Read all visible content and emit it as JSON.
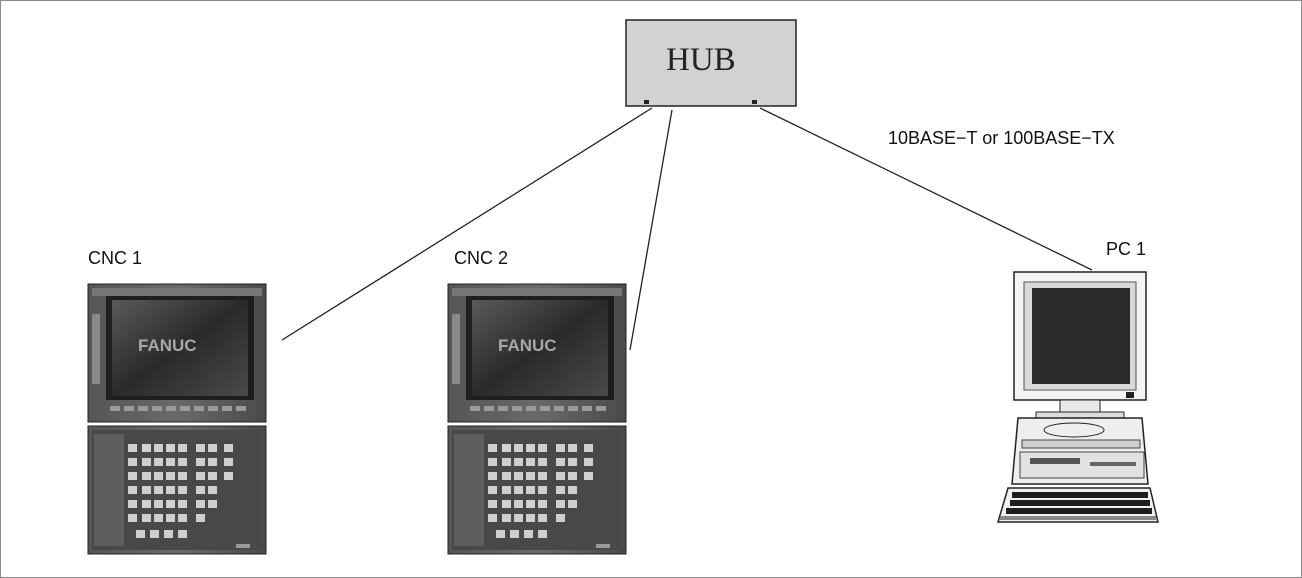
{
  "diagram": {
    "hub": {
      "label": "HUB"
    },
    "cable_label": "10BASE−T or 100BASE−TX",
    "nodes": [
      {
        "id": "cnc1",
        "label": "CNC 1",
        "screen_logo": "FANUC"
      },
      {
        "id": "cnc2",
        "label": "CNC 2",
        "screen_logo": "FANUC"
      },
      {
        "id": "pc1",
        "label": "PC 1"
      }
    ]
  },
  "colors": {
    "background": "#ffffff",
    "hub_fill": "#d2d2d2",
    "panel_dark": "#3a3a3a",
    "screen": "#2e2e2e",
    "line": "#222222"
  }
}
